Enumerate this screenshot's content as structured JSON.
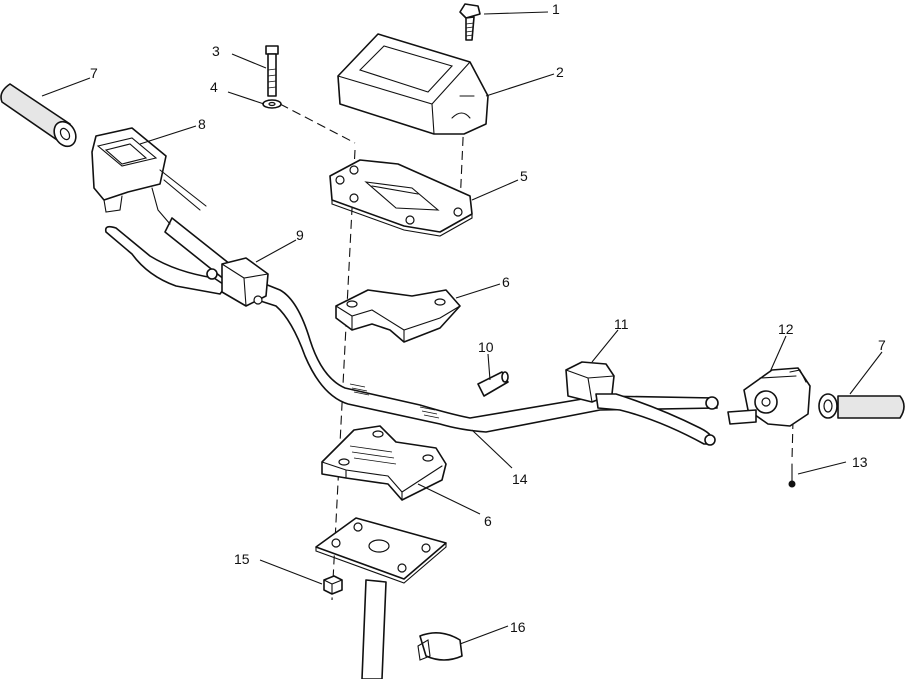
{
  "diagram": {
    "callouts": [
      {
        "id": "1",
        "label": "1"
      },
      {
        "id": "2",
        "label": "2"
      },
      {
        "id": "3",
        "label": "3"
      },
      {
        "id": "4",
        "label": "4"
      },
      {
        "id": "5",
        "label": "5"
      },
      {
        "id": "6a",
        "label": "6"
      },
      {
        "id": "6b",
        "label": "6"
      },
      {
        "id": "7a",
        "label": "7"
      },
      {
        "id": "7b",
        "label": "7"
      },
      {
        "id": "8",
        "label": "8"
      },
      {
        "id": "9",
        "label": "9"
      },
      {
        "id": "10",
        "label": "10"
      },
      {
        "id": "11",
        "label": "11"
      },
      {
        "id": "12",
        "label": "12"
      },
      {
        "id": "13",
        "label": "13"
      },
      {
        "id": "14",
        "label": "14"
      },
      {
        "id": "15",
        "label": "15"
      },
      {
        "id": "16",
        "label": "16"
      }
    ]
  },
  "colors": {
    "line": "#111111",
    "background": "#ffffff",
    "shade": "#e6e6e6"
  }
}
